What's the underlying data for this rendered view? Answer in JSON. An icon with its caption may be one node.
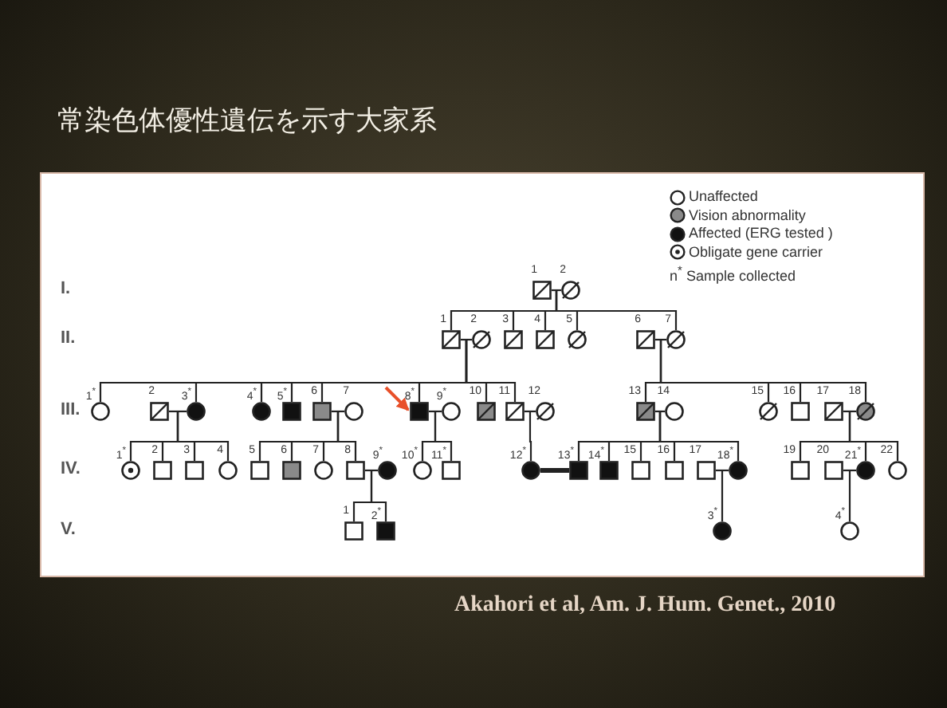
{
  "diagram": {
    "title": "常染色体優性遺伝を示す大家系",
    "caption": "Akahori et al, Am. J. Hum. Genet., 2010",
    "nodes": [
      {
        "text": [],
        "shape": "box",
        "beside": [
          "1"
        ]
      },
      {
        "text": [],
        "shape": "circle",
        "beside": [
          "2"
        ]
      },
      {
        "text": [],
        "shape": "box",
        "beside": [
          "1"
        ]
      },
      {
        "text": [],
        "shape": "circle",
        "beside": [
          "2"
        ]
      },
      {
        "text": [],
        "shape": "box",
        "beside": [
          "3"
        ]
      },
      {
        "text": [],
        "shape": "box",
        "beside": [
          "4"
        ]
      },
      {
        "text": [],
        "shape": "circle",
        "beside": [
          "5"
        ]
      },
      {
        "text": [],
        "shape": "box",
        "beside": [
          "6"
        ]
      },
      {
        "text": [],
        "shape": "circle",
        "beside": [
          "7"
        ]
      },
      {
        "text": [],
        "shape": "circle",
        "beside": [
          "1$^{*}$"
        ]
      },
      {
        "text": [],
        "shape": "box",
        "beside": [
          "2"
        ]
      },
      {
        "text": [],
        "shape": "circle",
        "beside": [
          "3$^{*}$"
        ]
      },
      {
        "text": [],
        "shape": "circle",
        "beside": [
          "4$^{*}$"
        ]
      },
      {
        "text": [],
        "shape": "box",
        "beside": [
          "5$^{*}$"
        ]
      },
      {
        "text": [],
        "shape": "box",
        "beside": [
          "6"
        ]
      },
      {
        "text": [],
        "shape": "circle",
        "beside": [
          "7"
        ]
      },
      {
        "text": [],
        "shape": "box",
        "beside": [
          "8$^{*}$"
        ]
      },
      {
        "text": [],
        "shape": "circle",
        "beside": [
          "9$^{*}$"
        ]
      },
      {
        "text": [],
        "shape": "box",
        "beside": [
          "10"
        ]
      },
      {
        "text": [],
        "shape": "box",
        "beside": [
          "11"
        ]
      },
      {
        "text": [],
        "shape": "circle",
        "beside": [
          "12"
        ]
      },
      {
        "text": [],
        "shape": "box",
        "beside": [
          "13"
        ]
      },
      {
        "text": [],
        "shape": "circle",
        "beside": [
          "14"
        ]
      },
      {
        "text": [],
        "shape": "circle",
        "beside": [
          "15"
        ]
      },
      {
        "text": [],
        "shape": "box",
        "beside": [
          "16"
        ]
      },
      {
        "text": [],
        "shape": "box",
        "beside": [
          "17"
        ]
      },
      {
        "text": [],
        "shape": "circle",
        "beside": [
          "18"
        ]
      },
      {
        "text": [],
        "shape": "circle",
        "beside": [
          "1$^{*}$"
        ]
      },
      {
        "text": [],
        "shape": "box",
        "beside": [
          "2"
        ]
      },
      {
        "text": [],
        "shape": "box",
        "beside": [
          "3"
        ]
      },
      {
        "text": [],
        "shape": "circle",
        "beside": [
          "4"
        ]
      },
      {
        "text": [],
        "shape": "box",
        "beside": [
          "5"
        ]
      },
      {
        "text": [],
        "shape": "box",
        "beside": [
          "6"
        ]
      },
      {
        "text": [],
        "shape": "circle",
        "beside": [
          "7"
        ]
      },
      {
        "text": [],
        "shape": "box",
        "beside": [
          "8"
        ]
      },
      {
        "text": [],
        "shape": "circle",
        "beside": [
          "9$^{*}$"
        ]
      },
      {
        "text": [],
        "shape": "circle",
        "beside": [
          "10$^{*}$"
        ]
      },
      {
        "text": [],
        "shape": "box",
        "beside": [
          "11$^{*}$"
        ]
      },
      {
        "text": [],
        "shape": "circle",
        "beside": [
          "12$^{*}$"
        ]
      },
      {
        "text": [],
        "shape": "box",
        "beside": [
          "13$^{*}$"
        ]
      },
      {
        "text": [],
        "shape": "box",
        "beside": [
          "14$^{*}$"
        ]
      },
      {
        "text": [],
        "shape": "box",
        "beside": [
          "15"
        ]
      },
      {
        "text": [],
        "shape": "box",
        "beside": [
          "16"
        ]
      },
      {
        "text": [],
        "shape": "box",
        "beside": [
          "17"
        ]
      },
      {
        "text": [],
        "shape": "circle",
        "beside": [
          "18$^{*}$"
        ]
      },
      {
        "text": [],
        "shape": "box",
        "beside": [
          "19"
        ]
      },
      {
        "text": [],
        "shape": "box",
        "beside": [
          "20"
        ]
      },
      {
        "text": [],
        "shape": "circle",
        "beside": [
          "21$^{*}$"
        ]
      },
      {
        "text": [],
        "shape": "circle",
        "beside": [
          "22"
        ]
      },
      {
        "text": [],
        "shape": "box",
        "beside": [
          "1"
        ]
      },
      {
        "text": [],
        "shape": "box",
        "beside": [
          "2$^{*}$"
        ]
      },
      {
        "text": [],
        "shape": "circle",
        "beside": [
          "3$^{*}$"
        ]
      },
      {
        "text": [],
        "shape": "circle",
        "beside": [
          "4$^{*}$"
        ]
      }
    ],
    "edges": [
      {
        "from": 0,
        "to": 1,
        "arrow": "none"
      },
      {
        "from": 2,
        "to": 3,
        "arrow": "none"
      },
      {
        "from": 7,
        "to": 8,
        "arrow": "none"
      },
      {
        "from": 10,
        "to": 11,
        "arrow": "none"
      },
      {
        "from": 14,
        "to": 15,
        "arrow": "none"
      },
      {
        "from": 16,
        "to": 17,
        "arrow": "none"
      },
      {
        "from": 19,
        "to": 20,
        "arrow": "none"
      },
      {
        "from": 21,
        "to": 22,
        "arrow": "none"
      },
      {
        "from": 25,
        "to": 26,
        "arrow": "none"
      },
      {
        "from": 34,
        "to": 35,
        "arrow": "none"
      },
      {
        "from": 38,
        "to": 39,
        "arrow": "none",
        "style": "thick"
      },
      {
        "from": 43,
        "to": 44,
        "arrow": "none"
      },
      {
        "from": 46,
        "to": 47,
        "arrow": "none"
      },
      {
        "from": 0,
        "to": 2,
        "arrow": "none"
      },
      {
        "from": 0,
        "to": 4,
        "arrow": "none"
      },
      {
        "from": 0,
        "to": 5,
        "arrow": "none"
      },
      {
        "from": 0,
        "to": 6,
        "arrow": "none"
      },
      {
        "from": 0,
        "to": 8,
        "arrow": "none"
      },
      {
        "from": 2,
        "to": 9,
        "arrow": "none"
      },
      {
        "from": 2,
        "to": 11,
        "arrow": "none"
      },
      {
        "from": 2,
        "to": 12,
        "arrow": "none"
      },
      {
        "from": 2,
        "to": 13,
        "arrow": "none"
      },
      {
        "from": 2,
        "to": 14,
        "arrow": "none"
      },
      {
        "from": 2,
        "to": 16,
        "arrow": "none"
      },
      {
        "from": 2,
        "to": 18,
        "arrow": "none"
      },
      {
        "from": 2,
        "to": 19,
        "arrow": "none"
      },
      {
        "from": 7,
        "to": 21,
        "arrow": "none"
      },
      {
        "from": 7,
        "to": 23,
        "arrow": "none"
      },
      {
        "from": 7,
        "to": 24,
        "arrow": "none"
      },
      {
        "from": 7,
        "to": 26,
        "arrow": "none"
      },
      {
        "from": 10,
        "to": 27,
        "arrow": "none"
      },
      {
        "from": 10,
        "to": 28,
        "arrow": "none"
      },
      {
        "from": 10,
        "to": 29,
        "arrow": "none"
      },
      {
        "from": 10,
        "to": 30,
        "arrow": "none"
      },
      {
        "from": 14,
        "to": 31,
        "arrow": "none"
      },
      {
        "from": 14,
        "to": 32,
        "arrow": "none"
      },
      {
        "from": 14,
        "to": 33,
        "arrow": "none"
      },
      {
        "from": 14,
        "to": 34,
        "arrow": "none"
      },
      {
        "from": 16,
        "to": 36,
        "arrow": "none"
      },
      {
        "from": 16,
        "to": 37,
        "arrow": "none"
      },
      {
        "from": 19,
        "to": 38,
        "arrow": "none"
      },
      {
        "from": 21,
        "to": 39,
        "arrow": "none"
      },
      {
        "from": 21,
        "to": 40,
        "arrow": "none"
      },
      {
        "from": 21,
        "to": 41,
        "arrow": "none"
      },
      {
        "from": 21,
        "to": 42,
        "arrow": "none"
      },
      {
        "from": 21,
        "to": 44,
        "arrow": "none"
      },
      {
        "from": 25,
        "to": 45,
        "arrow": "none"
      },
      {
        "from": 25,
        "to": 47,
        "arrow": "none"
      },
      {
        "from": 25,
        "to": 48,
        "arrow": "none"
      },
      {
        "from": 34,
        "to": 49,
        "arrow": "none"
      },
      {
        "from": 34,
        "to": 50,
        "arrow": "none"
      },
      {
        "from": 43,
        "to": 51,
        "arrow": "none"
      },
      {
        "from": 46,
        "to": 52,
        "arrow": "none"
      },
      {
        "from": null,
        "to": 16,
        "arrow": "to",
        "color": "#e8502a"
      }
    ],
    "labels": [
      "I.",
      "II.",
      "III.",
      "IV.",
      "V."
    ],
    "legend": [
      {
        "text": "Unaffected"
      },
      {
        "text": "Vision abnormality"
      },
      {
        "text": "Affected (ERG tested )"
      },
      {
        "text": "Obligate gene carrier"
      },
      {
        "text": "n$^{*}$ Sample collected"
      }
    ]
  }
}
